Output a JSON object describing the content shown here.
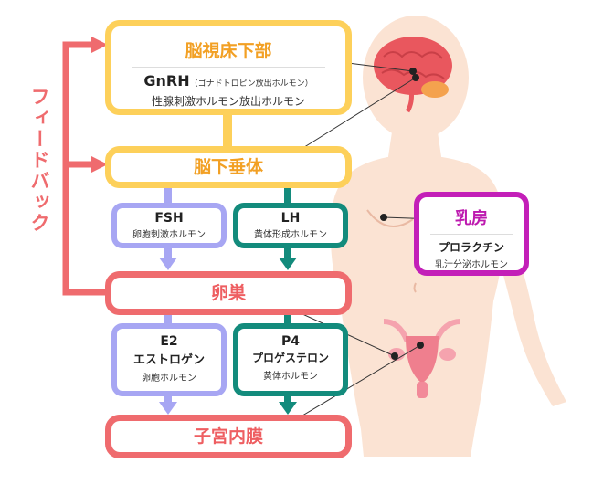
{
  "colors": {
    "yellow": "#fdd05a",
    "red": "#ef6b6e",
    "blue": "#a7a6f3",
    "teal": "#138b7c",
    "purple": "#c31fb8",
    "skin": "#fbe3d3"
  },
  "feedback_label": "フィードバック",
  "hypothalamus": {
    "title": "脳視床下部",
    "hormone": "GnRH",
    "hormone_note": "（ゴナドトロピン放出ホルモン）",
    "hormone_desc": "性腺刺激ホルモン放出ホルモン"
  },
  "pituitary": {
    "title": "脳下垂体"
  },
  "fsh": {
    "name": "FSH",
    "desc": "卵胞刺激ホルモン"
  },
  "lh": {
    "name": "LH",
    "desc": "黄体形成ホルモン"
  },
  "ovary": {
    "title": "卵巣"
  },
  "e2": {
    "name": "E2",
    "name2": "エストロゲン",
    "desc": "卵胞ホルモン"
  },
  "p4": {
    "name": "P4",
    "name2": "プロゲステロン",
    "desc": "黄体ホルモン"
  },
  "uterus": {
    "title": "子宮内膜"
  },
  "breast": {
    "title": "乳房",
    "name": "プロラクチン",
    "desc": "乳汁分泌ホルモン"
  }
}
